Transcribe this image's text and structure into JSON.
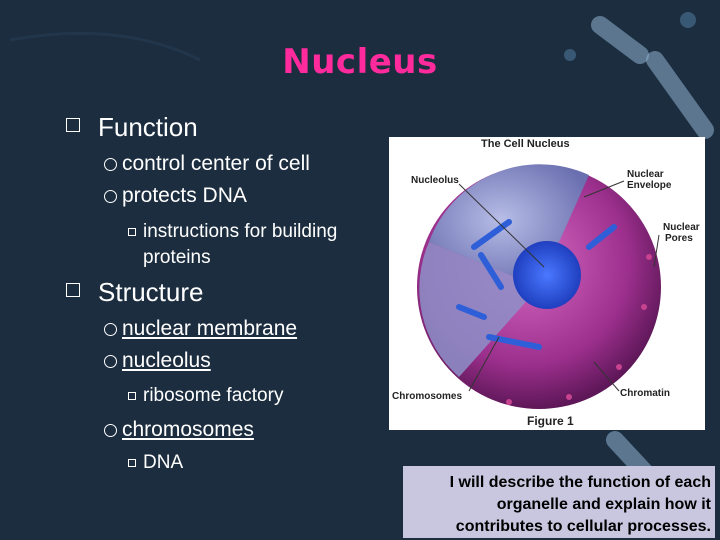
{
  "slide": {
    "title": "Nucleus",
    "sections": [
      {
        "heading": "Function",
        "items": [
          {
            "text": "control center of cell"
          },
          {
            "text": "protects DNA",
            "sub": [
              "instructions for building proteins"
            ]
          }
        ]
      },
      {
        "heading": "Structure",
        "items": [
          {
            "text": "nuclear membrane"
          },
          {
            "text": "nucleolus",
            "sub": [
              "ribosome factory"
            ]
          },
          {
            "text": "chromosomes",
            "sub": [
              "DNA"
            ]
          }
        ]
      }
    ],
    "sub_instructions_line1": "instructions for building",
    "sub_instructions_line2": "proteins"
  },
  "figure": {
    "title": "The Cell Nucleus",
    "labels": {
      "nucleolus": "Nucleolus",
      "nuclear_envelope_1": "Nuclear",
      "nuclear_envelope_2": "Envelope",
      "nuclear_pores_1": "Nuclear",
      "nuclear_pores_2": "Pores",
      "chromosomes": "Chromosomes",
      "chromatin": "Chromatin"
    },
    "caption": "Figure 1"
  },
  "objective": {
    "line1": "I will describe the function of each",
    "line2": "organelle and explain how it",
    "line3": "contributes to cellular processes."
  },
  "colors": {
    "background": "#1b2d3f",
    "title": "#ff2a9c",
    "objective_box": "#c9c6df",
    "nucleus_outer": "#9b2f8c"
  }
}
